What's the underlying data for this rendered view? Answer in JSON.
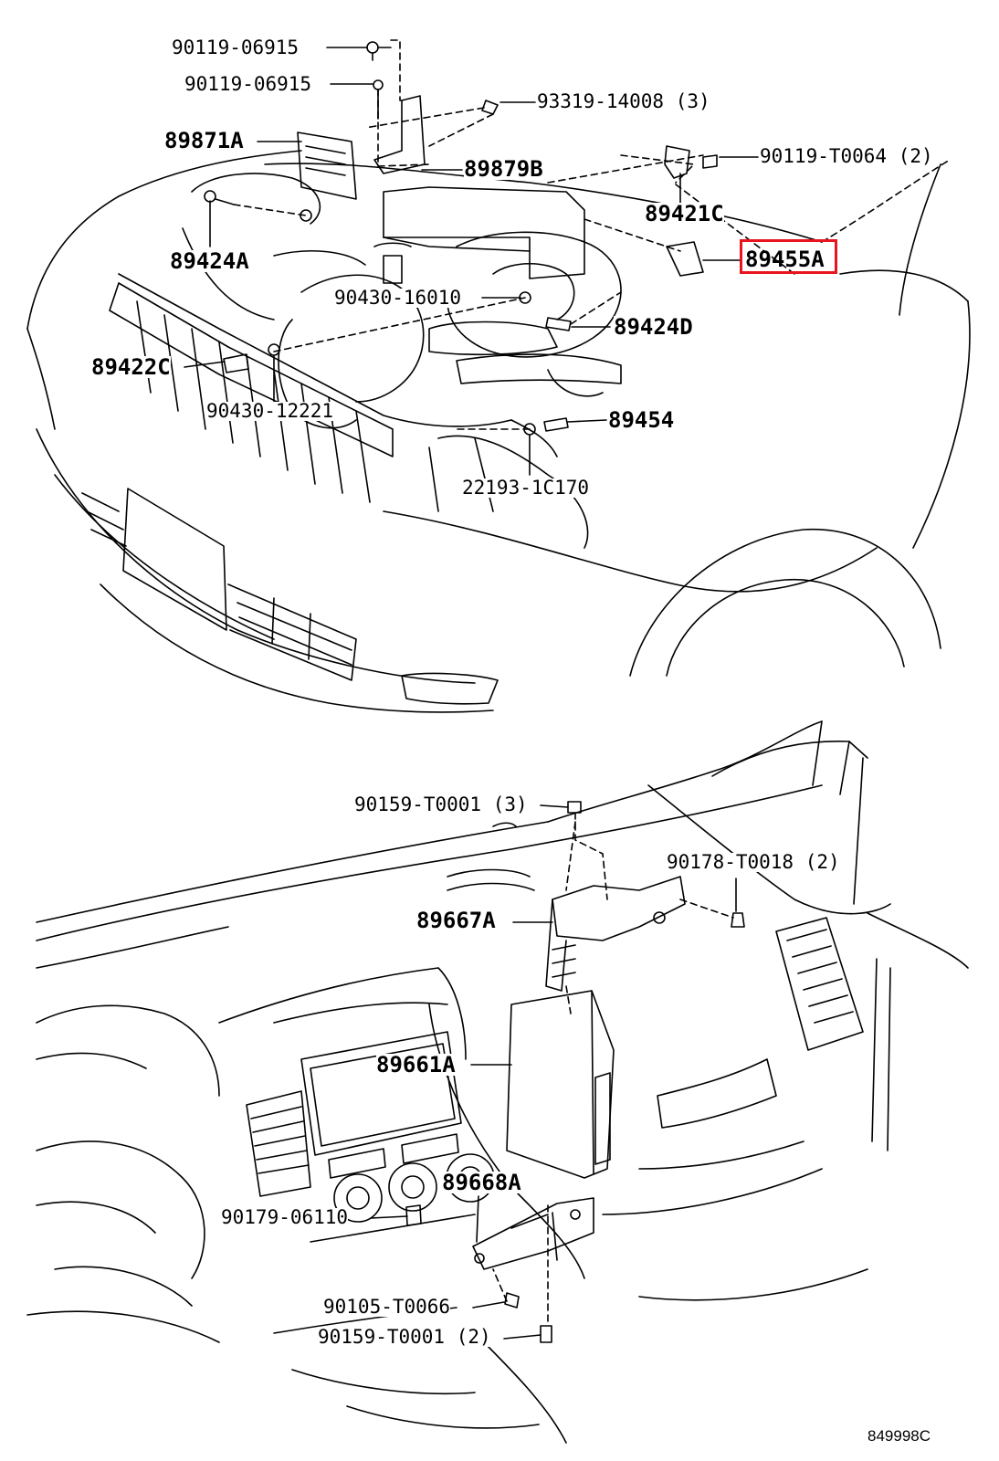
{
  "engine_parts": {
    "p_90119_06915_a": "90119-06915",
    "p_90119_06915_b": "90119-06915",
    "p_93319_14008": "93319-14008 (3)",
    "p_89871A": "89871A",
    "p_89879B": "89879B",
    "p_90119_T0064": "90119-T0064 (2)",
    "p_89421C": "89421C",
    "p_89424A": "89424A",
    "p_89455A": "89455A",
    "p_90430_16010": "90430-16010",
    "p_89424D": "89424D",
    "p_89422C": "89422C",
    "p_90430_12221": "90430-12221",
    "p_89454": "89454",
    "p_22193_1C170": "22193-1C170"
  },
  "dash_parts": {
    "p_90159_T0001_3": "90159-T0001 (3)",
    "p_90178_T0018": "90178-T0018 (2)",
    "p_89667A": "89667A",
    "p_89661A": "89661A",
    "p_89668A": "89668A",
    "p_90179_06110": "90179-06110",
    "p_90105_T0066": "90105-T0066",
    "p_90159_T0001_2": "90159-T0001 (2)"
  },
  "diagram_ref": "849998C",
  "highlight": {
    "part": "89455A",
    "color": "#e8141e"
  }
}
